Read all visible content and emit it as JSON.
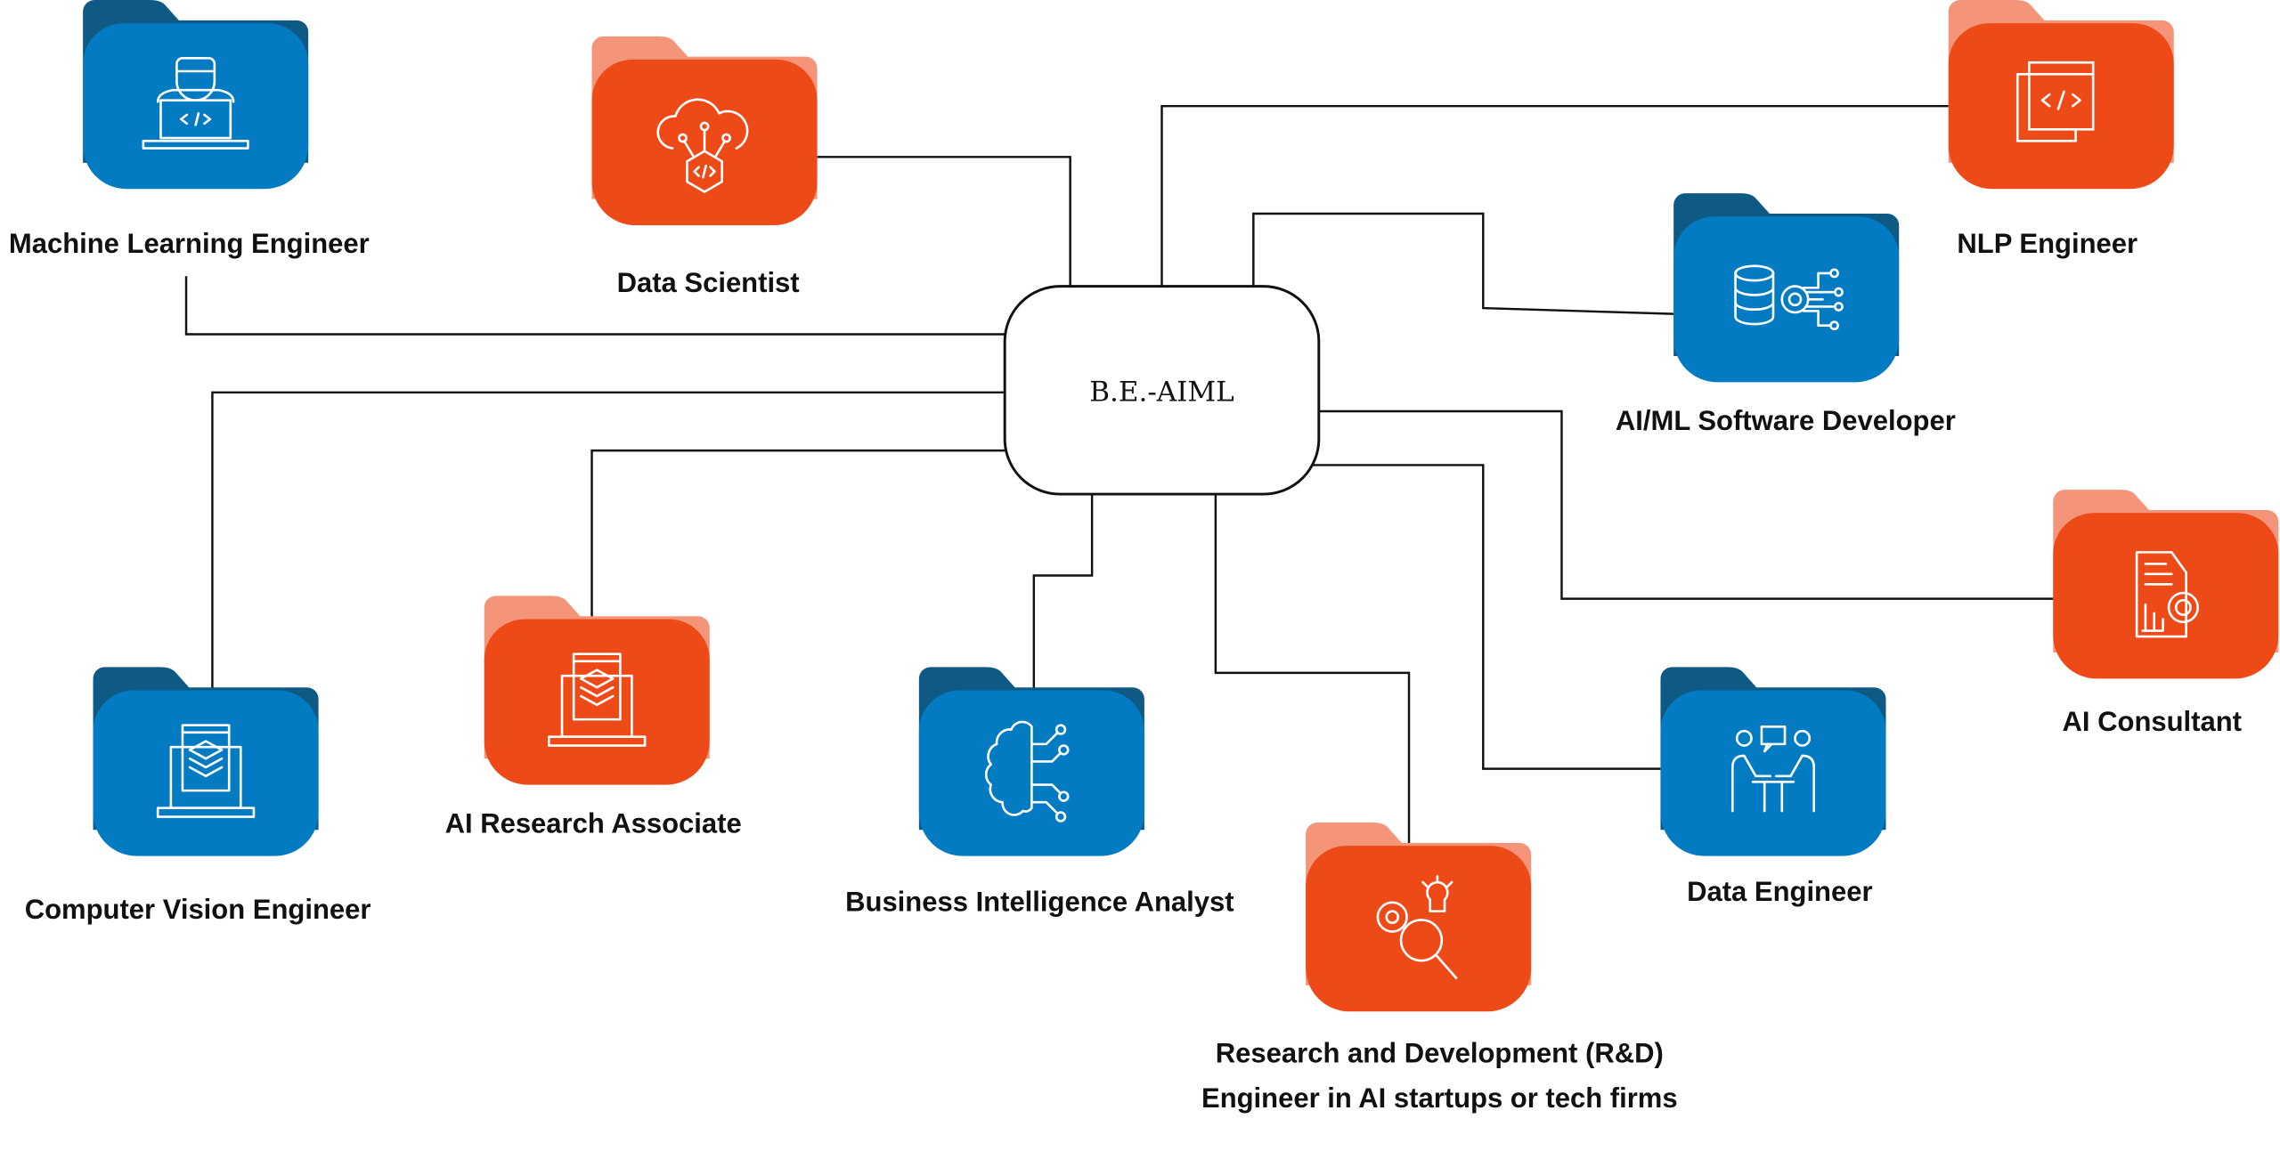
{
  "center": {
    "label": "B.E.-AIML"
  },
  "colors": {
    "blue_front": "#027BC2",
    "blue_back": "#0E5A85",
    "orange_front": "#EE4A18",
    "orange_back": "#F4957A",
    "line": "#111111"
  },
  "careers": [
    {
      "id": "ml-engineer",
      "label": [
        "Machine Learning Engineer"
      ],
      "color": "blue",
      "icon": "developer-laptop-icon"
    },
    {
      "id": "data-scientist",
      "label": [
        "Data Scientist"
      ],
      "color": "orange",
      "icon": "cloud-code-icon"
    },
    {
      "id": "nlp-engineer",
      "label": [
        "NLP Engineer"
      ],
      "color": "orange",
      "icon": "code-window-icon"
    },
    {
      "id": "aiml-software-developer",
      "label": [
        "AI/ML Software Developer"
      ],
      "color": "blue",
      "icon": "database-gear-icon"
    },
    {
      "id": "ai-consultant",
      "label": [
        "AI Consultant"
      ],
      "color": "orange",
      "icon": "report-chart-icon"
    },
    {
      "id": "computer-vision-engineer",
      "label": [
        "Computer Vision Engineer"
      ],
      "color": "blue",
      "icon": "layers-laptop-icon"
    },
    {
      "id": "ai-research-associate",
      "label": [
        "AI Research Associate"
      ],
      "color": "orange",
      "icon": "layers-laptop-icon"
    },
    {
      "id": "bi-analyst",
      "label": [
        "Business Intelligence Analyst"
      ],
      "color": "blue",
      "icon": "brain-circuit-icon"
    },
    {
      "id": "rnd-engineer",
      "label": [
        "Research and Development (R&D)",
        "Engineer in AI startups or tech firms"
      ],
      "color": "orange",
      "icon": "gear-magnifier-bulb-icon"
    },
    {
      "id": "data-engineer",
      "label": [
        "Data Engineer"
      ],
      "color": "blue",
      "icon": "meeting-chat-icon"
    }
  ]
}
